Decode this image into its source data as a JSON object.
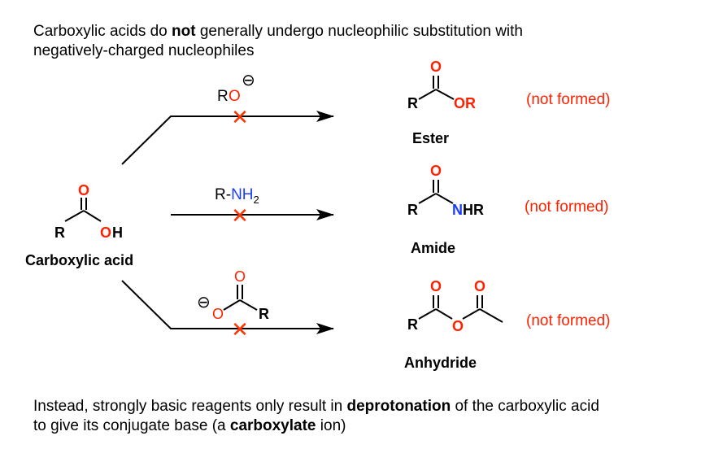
{
  "intro": {
    "line1_before": "Carboxylic acids do ",
    "line1_bold": "not",
    "line1_after": " generally undergo nucleophilic substitution with",
    "line2": "negatively-charged nucleophiles"
  },
  "outro": {
    "line1_before": "Instead, strongly basic reagents only result in ",
    "line1_bold": "deprotonation",
    "line1_after": " of the carboxylic acid",
    "line2_before": "to give its conjugate base (a ",
    "line2_bold": "carboxylate",
    "line2_after": " ion)"
  },
  "starting_material": {
    "name": "Carboxylic acid",
    "atom_R": "R",
    "atom_O_carbonyl": "O",
    "atom_O_hydroxyl": "O",
    "atom_H": "H"
  },
  "reagents": {
    "alkoxide": {
      "R": "R",
      "O": "O",
      "charge": "⊖"
    },
    "amine": {
      "R": "R",
      "dash": "-",
      "NH": "NH",
      "sub": "2"
    },
    "carboxylate": {
      "O_top": "O",
      "O_neg": "O",
      "R": "R",
      "charge": "⊖"
    }
  },
  "products": {
    "ester": {
      "name": "Ester",
      "R": "R",
      "O_top": "O",
      "OR": "OR",
      "note": "(not formed)"
    },
    "amide": {
      "name": "Amide",
      "R": "R",
      "O_top": "O",
      "N": "N",
      "HR": "HR",
      "note": "(not formed)"
    },
    "anhydride": {
      "name": "Anhydride",
      "R": "R",
      "O_top1": "O",
      "O_top2": "O",
      "O_bridge": "O",
      "note": "(not formed)"
    }
  },
  "blocked_mark": "✕",
  "colors": {
    "oxygen": "#ff2200",
    "nitrogen": "#1a3cff",
    "note": "#ff2200",
    "cross": "#ff3300",
    "line": "#000000"
  }
}
